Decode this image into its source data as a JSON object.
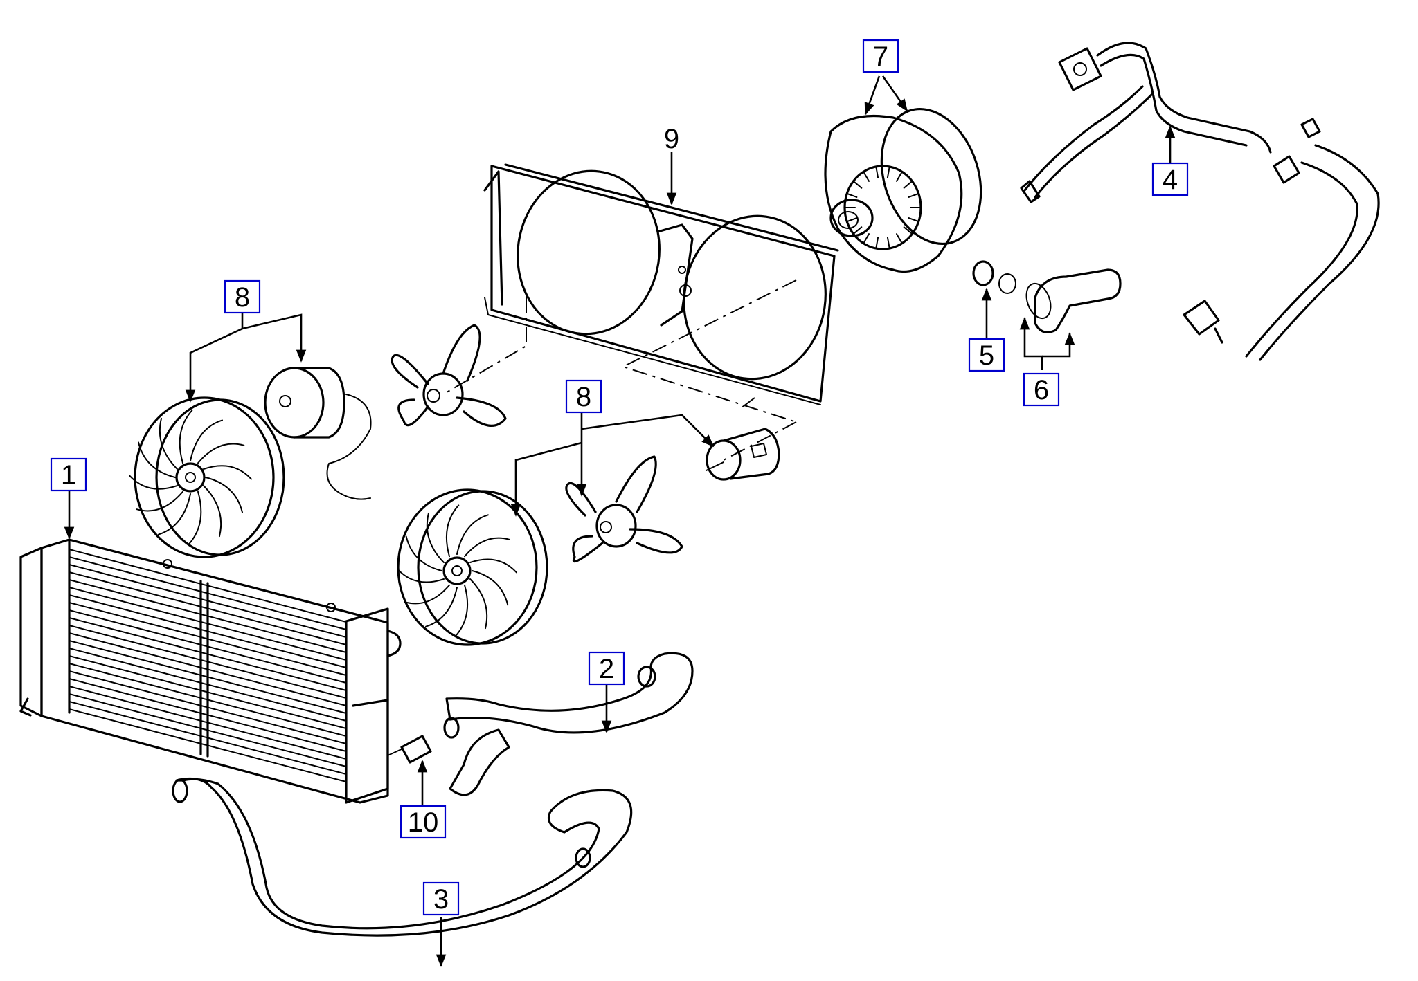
{
  "diagram": {
    "callouts": [
      {
        "id": "c1",
        "text": "1",
        "boxed": true
      },
      {
        "id": "c2",
        "text": "2",
        "boxed": true
      },
      {
        "id": "c3",
        "text": "3",
        "boxed": true
      },
      {
        "id": "c4",
        "text": "4",
        "boxed": true
      },
      {
        "id": "c5",
        "text": "5",
        "boxed": true
      },
      {
        "id": "c6",
        "text": "6",
        "boxed": true
      },
      {
        "id": "c7",
        "text": "7",
        "boxed": true
      },
      {
        "id": "c8a",
        "text": "8",
        "boxed": true
      },
      {
        "id": "c8b",
        "text": "8",
        "boxed": true
      },
      {
        "id": "c9",
        "text": "9",
        "boxed": false
      },
      {
        "id": "c10",
        "text": "10",
        "boxed": true
      }
    ]
  }
}
